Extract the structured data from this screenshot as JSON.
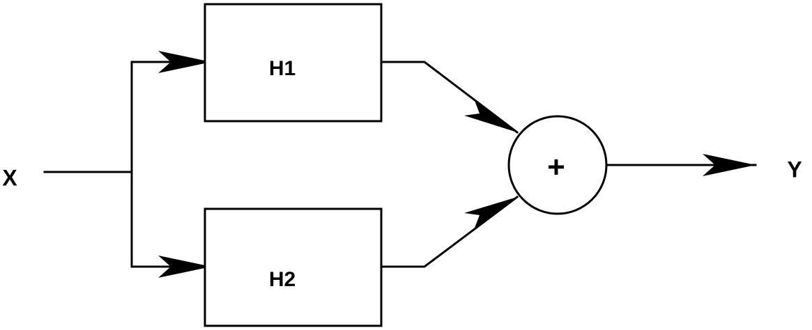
{
  "diagram": {
    "input_label": "X",
    "output_label": "Y",
    "blocks": [
      {
        "label": "H1"
      },
      {
        "label": "H2"
      }
    ],
    "summer": {
      "symbol": "+"
    },
    "colors": {
      "stroke": "#000000",
      "background": "#ffffff"
    }
  }
}
